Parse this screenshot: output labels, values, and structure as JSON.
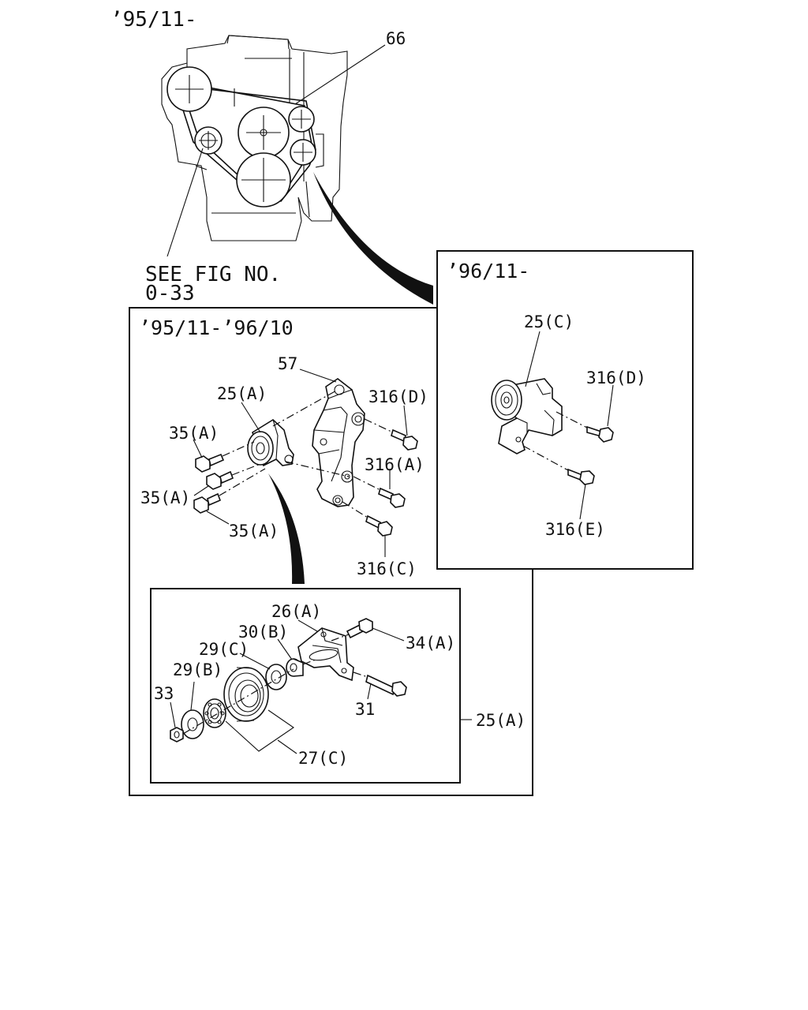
{
  "header": {
    "title_date": "’95/11-"
  },
  "engine": {
    "label_belt": "66",
    "see_ref_line1": "SEE FIG NO.",
    "see_ref_line2": "0-33"
  },
  "panel_late": {
    "title": "’96/11-",
    "labels": {
      "tensioner": "25(C)",
      "bolt_d": "316(D)",
      "bolt_e": "316(E)"
    }
  },
  "panel_early": {
    "title": "’95/11-’96/10",
    "labels": {
      "bracket": "57",
      "tensioner": "25(A)",
      "bolt_d": "316(D)",
      "bolt_a": "316(A)",
      "bolt_c": "316(C)",
      "screw_1": "35(A)",
      "screw_2": "35(A)",
      "screw_3": "35(A)"
    }
  },
  "detail": {
    "labels": {
      "bracket": "26(A)",
      "bolt_top": "34(A)",
      "collar": "30(B)",
      "washer_c": "29(C)",
      "washer_b": "29(B)",
      "nut": "33",
      "bolt": "31",
      "pulley_bearing": "27(C)",
      "assembly": "25(A)"
    }
  }
}
